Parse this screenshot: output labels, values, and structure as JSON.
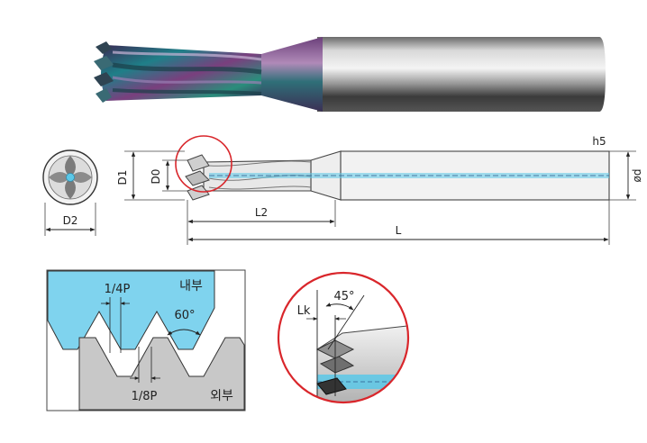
{
  "product_drawing": {
    "labels": {
      "D1": "D1",
      "D0": "D0",
      "D2": "D2",
      "L2": "L2",
      "L": "L",
      "h5": "h5",
      "od": "ød"
    }
  },
  "thread_profile": {
    "quarter_pitch": "1/4P",
    "eighth_pitch": "1/8P",
    "angle": "60°",
    "internal": "내부",
    "external": "외부"
  },
  "detail": {
    "angle": "45°",
    "lk": "Lk"
  },
  "colors": {
    "accent_red": "#d9262b",
    "coolant_blue": "#5bc8e8",
    "internal_fill": "#7fd3ee",
    "external_fill": "#c8c8c8"
  }
}
